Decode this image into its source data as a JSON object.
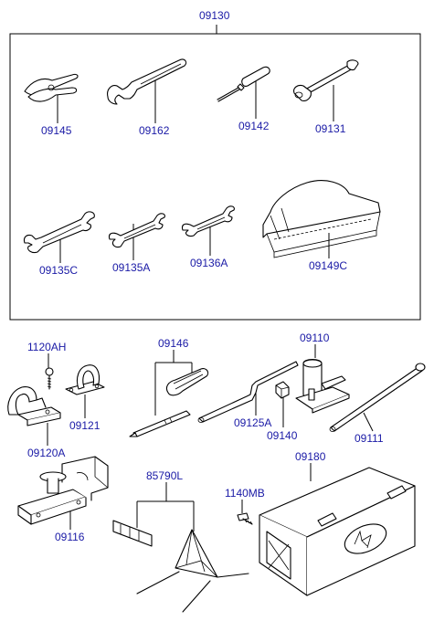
{
  "diagram": {
    "group_label": "09130",
    "parts": [
      {
        "id": "pliers",
        "label": "09145"
      },
      {
        "id": "adjustable-wrench",
        "label": "09162"
      },
      {
        "id": "screwdriver",
        "label": "09142"
      },
      {
        "id": "socket-wrench",
        "label": "09131"
      },
      {
        "id": "open-end-wrench-large",
        "label": "09135C"
      },
      {
        "id": "open-end-wrench-medium",
        "label": "09135A"
      },
      {
        "id": "open-end-wrench-small",
        "label": "09136A"
      },
      {
        "id": "tool-bag",
        "label": "09149C"
      },
      {
        "id": "jack-bracket-bolt",
        "label": "1120AH"
      },
      {
        "id": "jack-bracket-clamp",
        "label": "09121"
      },
      {
        "id": "jack-bracket-assy",
        "label": "09120A"
      },
      {
        "id": "jack-handle-tools",
        "label": "09146"
      },
      {
        "id": "jack-handle-extension",
        "label": "09125A"
      },
      {
        "id": "jack",
        "label": "09110"
      },
      {
        "id": "jack-clip",
        "label": "09140"
      },
      {
        "id": "jack-handle",
        "label": "09111"
      },
      {
        "id": "jack-mount-bracket",
        "label": "09116"
      },
      {
        "id": "warning-triangle",
        "label": "85790L"
      },
      {
        "id": "tool-box-bolt",
        "label": "1140MB"
      },
      {
        "id": "tool-box",
        "label": "09180"
      }
    ]
  },
  "colors": {
    "label": "#1a1aa6",
    "line": "#000000",
    "background": "#ffffff"
  }
}
